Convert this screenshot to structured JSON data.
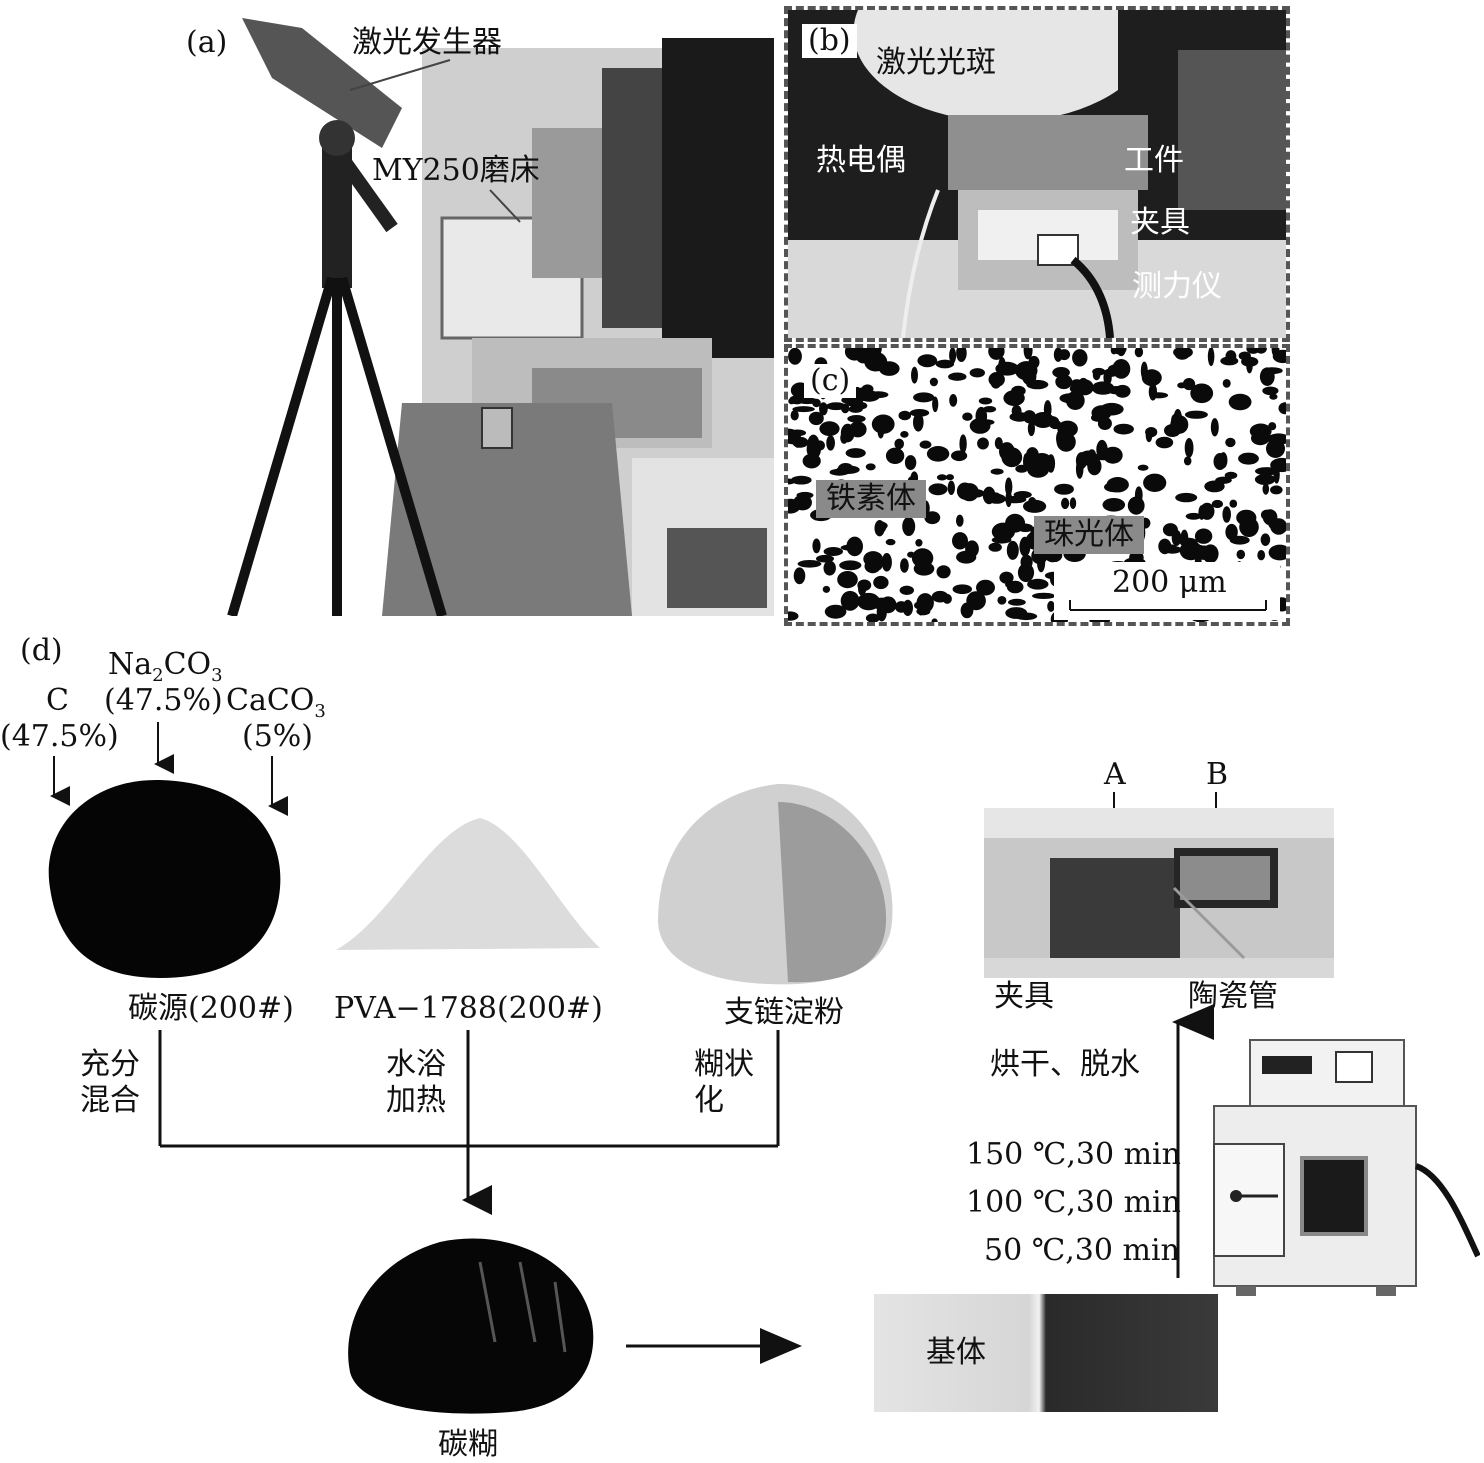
{
  "panels": {
    "a": {
      "tag": "(a)",
      "laser_label": "激光发生器",
      "grinder_label": "MY250磨床"
    },
    "b": {
      "tag": "(b)",
      "laser_spot": "激光光斑",
      "thermocouple": "热电偶",
      "workpiece": "工件",
      "fixture": "夹具",
      "dynamometer": "测力仪"
    },
    "c": {
      "tag": "(c)",
      "ferrite": "铁素体",
      "pearlite": "珠光体",
      "scale": "200 μm"
    },
    "d": {
      "tag": "(d)",
      "na2co3_main": "Na",
      "na2co3_sub1": "2",
      "na2co3_mid": "CO",
      "na2co3_sub2": "3",
      "na2co3_pct": "(47.5%)",
      "c_label": "C",
      "c_pct": "(47.5%)",
      "caco3_main": "CaCO",
      "caco3_sub": "3",
      "caco3_pct": "(5%)",
      "carbon_source": "碳源(200#)",
      "pva": "PVA−1788(200#)",
      "starch": "支链淀粉",
      "step1_l1": "充分",
      "step1_l2": "混合",
      "step2_l1": "水浴",
      "step2_l2": "加热",
      "step3_l1": "糊状",
      "step3_l2": "化",
      "paste": "碳糊",
      "substrate": "基体",
      "temp1": "150 ℃,30 min",
      "temp2": "100 ℃,30 min",
      "temp3": "50 ℃,30 min",
      "dry": "烘干、脱水",
      "fixture": "夹具",
      "ceramic_tube": "陶瓷管",
      "label_a": "A",
      "label_b": "B"
    }
  }
}
